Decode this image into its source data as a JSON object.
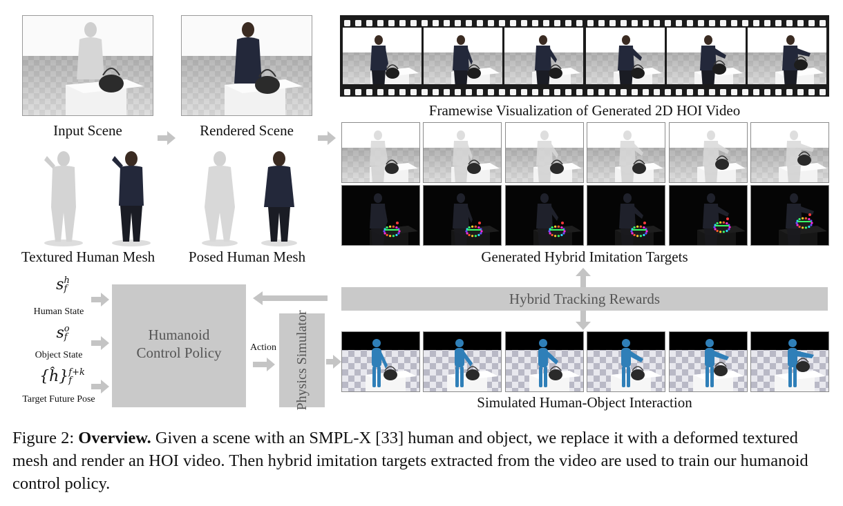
{
  "labels": {
    "input_scene": "Input Scene",
    "rendered_scene": "Rendered Scene",
    "textured_mesh": "Textured Human Mesh",
    "posed_mesh": "Posed Human Mesh",
    "framewise": "Framewise Visualization of Generated 2D HOI Video",
    "hybrid_targets": "Generated Hybrid Imitation Targets",
    "hybrid_rewards": "Hybrid Tracking Rewards",
    "policy_line1": "Humanoid",
    "policy_line2": "Control Policy",
    "action": "Action",
    "physics": "Physics Simulator",
    "simulated": "Simulated Human-Object Interaction"
  },
  "inputs": {
    "human_state": "Human State",
    "object_state": "Object State",
    "target_future_pose": "Target Future Pose",
    "sym_h": "s",
    "sym_h_sup": "h",
    "sym_h_sub": "f",
    "sym_o": "s",
    "sym_o_sup": "o",
    "sym_o_sub": "f",
    "sym_t": "{ĥ}",
    "sym_t_sup": "f+k",
    "sym_t_sub": "f"
  },
  "caption": {
    "prefix": "Figure 2: ",
    "bold": "Overview.",
    "text": " Given a scene with an SMPL-X [33] human and object, we replace it with a deformed textured mesh and render an HOI video. Then hybrid imitation targets extracted from the video are used to train our humanoid control policy."
  },
  "colors": {
    "arrow": "#c4c4c4",
    "box": "#c9c9c9",
    "box_text": "#555555",
    "hoodie": "#23283a",
    "humanoid": "#2f7fb8",
    "mesh": "#d7d7d7"
  },
  "frame_count": 6
}
